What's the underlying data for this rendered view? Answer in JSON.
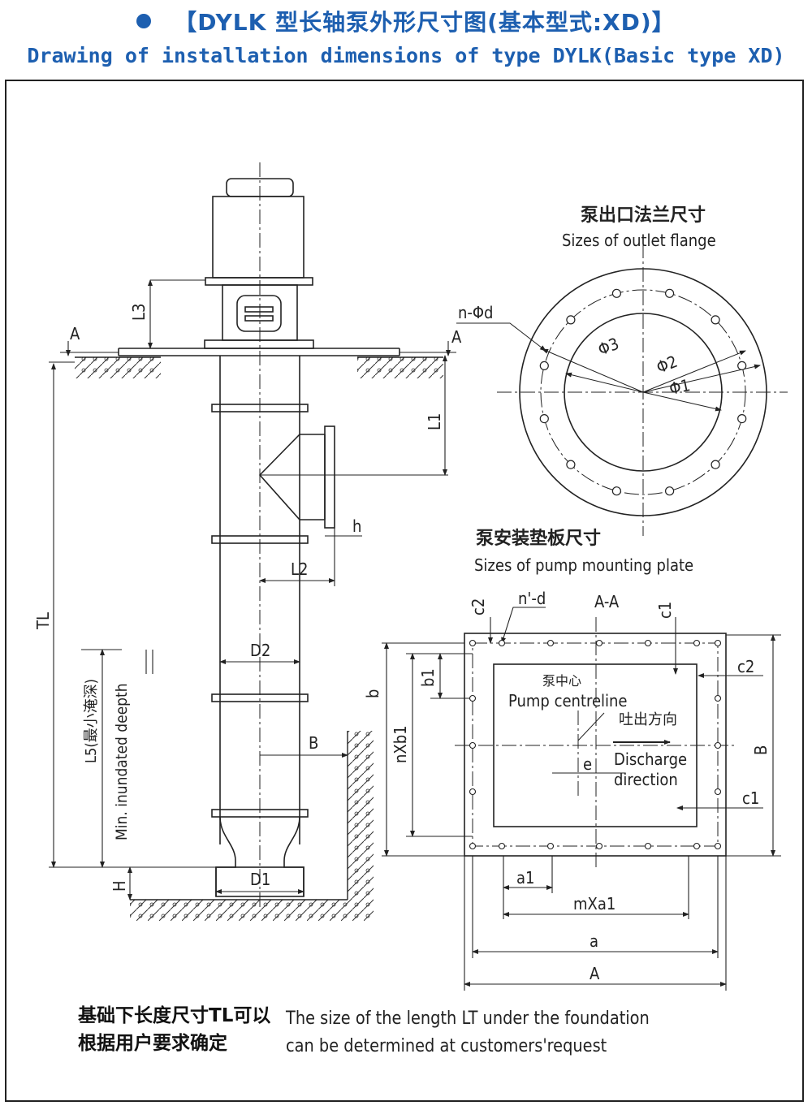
{
  "header": {
    "title_cn": "【DYLK 型长轴泵外形尺寸图(基本型式:XD)】",
    "title_en": "Drawing of installation dimensions of type DYLK(Basic type XD)"
  },
  "colors": {
    "accent": "#1d5fb0",
    "line": "#222222"
  },
  "pump_labels": {
    "section_a_left": "A",
    "section_a_right": "A",
    "l3": "L3",
    "l1": "L1",
    "h_small": "h",
    "l2": "L2",
    "d2": "D2",
    "b": "B",
    "d1": "D1",
    "h_big": "H",
    "tl": "TL",
    "l5": "L5(最小淹深)",
    "min_depth": "Min. inundated deepth"
  },
  "flange": {
    "title_cn": "泵出口法兰尺寸",
    "title_en": "Sizes of outlet flange",
    "holes": "n-Φd",
    "phi3": "Φ3",
    "phi2": "Φ2",
    "phi1": "Φ1"
  },
  "plate": {
    "title_cn": "泵安装垫板尺寸",
    "title_en": "Sizes of pump mounting plate",
    "section": "A-A",
    "holes": "n'-d",
    "c2_top": "c2",
    "c1_top": "c1",
    "c2_right": "c2",
    "c1_right": "c1",
    "b1": "b1",
    "b_small": "b",
    "nxb1": "nXb1",
    "b_big": "B",
    "centre_cn": "泵中心",
    "centre_en": "Pump centreline",
    "discharge_cn": "吐出方向",
    "discharge_en_1": "Discharge",
    "discharge_en_2": "direction",
    "e": "e",
    "a1": "a1",
    "mxa1": "mXa1",
    "a_small": "a",
    "a_big": "A"
  },
  "note": {
    "cn_1": "基础下长度尺寸TL可以",
    "cn_2": "根据用户要求确定",
    "en_1": "The size of the length LT under the foundation",
    "en_2": "can be determined at customers'request"
  }
}
